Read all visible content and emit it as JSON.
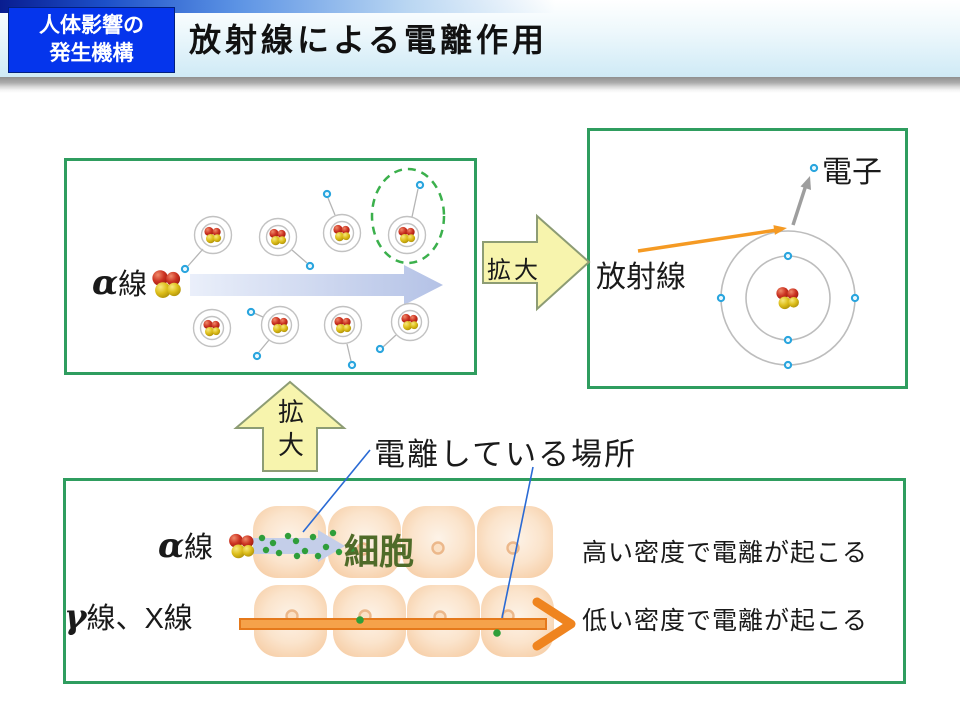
{
  "header": {
    "badge_line1": "人体影響の",
    "badge_line2": "発生機構",
    "title": "放射線による電離作用"
  },
  "labels": {
    "zoom_right": "拡大",
    "zoom_up": [
      "拡",
      "大"
    ],
    "alpha_symbol": "α",
    "alpha_suffix": "線",
    "electron": "電子",
    "radiation": "放射線",
    "ionization_caption": "電離している場所",
    "cell": "細胞",
    "gamma_symbol": "γ",
    "gamma_suffix": "線、X線",
    "high_density": "高い密度で電離が起こる",
    "low_density": "低い密度で電離が起こる"
  },
  "colors": {
    "badge_blue": "#0535ec",
    "header_strip_blue": "#1c4fc8",
    "header_bg_blue": "#cfeaf6",
    "box_border_green": "#2f9d5f",
    "zoom_arrow_fill": "#f7f4ad",
    "zoom_arrow_border": "#8d9c74",
    "gamma_arrow_orange": "#f5a24a",
    "radiation_arrow_orange": "#f59a23",
    "alpha_beam_blue": "#b4c2e6",
    "electron_blue": "#2aa5de",
    "ionization_dot_green": "#2f9e3a",
    "dashed_ellipse_green": "#3bb04c",
    "cell_fill_peach": "#fbe4cc",
    "pointer_line_blue": "#2a6ad4",
    "nucleus_red": "#cc3322",
    "nucleus_yellow": "#ddbe1a"
  }
}
